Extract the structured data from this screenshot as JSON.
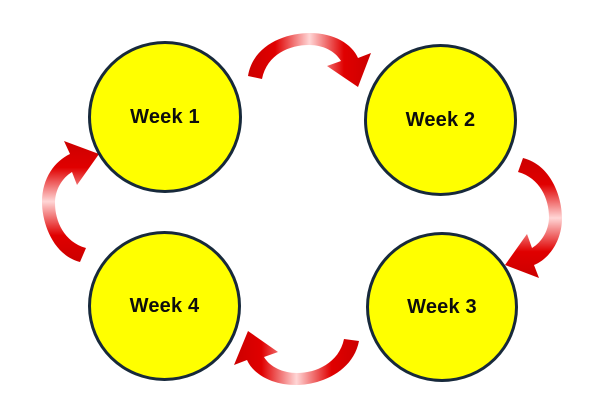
{
  "diagram": {
    "type": "cycle-diagram",
    "title": "",
    "background_color": "#ffffff",
    "node_fill_color": "#ffff00",
    "node_border_color": "#17293b",
    "node_label_color": "#0d0d0d",
    "arrow_color": "#e00000",
    "arrow_color_light": "#f9a8a8",
    "flow_direction": "clockwise",
    "nodes": [
      {
        "id": "week-1",
        "label": "Week 1",
        "position": "top-left"
      },
      {
        "id": "week-2",
        "label": "Week 2",
        "position": "top-right"
      },
      {
        "id": "week-3",
        "label": "Week 3",
        "position": "bottom-right"
      },
      {
        "id": "week-4",
        "label": "Week 4",
        "position": "bottom-left"
      }
    ],
    "arrows": [
      {
        "id": "arrow-week1-to-week2",
        "from": "week-1",
        "to": "week-2",
        "position": "top",
        "direction": "right"
      },
      {
        "id": "arrow-week2-to-week3",
        "from": "week-2",
        "to": "week-3",
        "position": "right",
        "direction": "down"
      },
      {
        "id": "arrow-week3-to-week4",
        "from": "week-3",
        "to": "week-4",
        "position": "bottom",
        "direction": "left"
      },
      {
        "id": "arrow-week4-to-week1",
        "from": "week-4",
        "to": "week-1",
        "position": "left",
        "direction": "up"
      }
    ]
  }
}
